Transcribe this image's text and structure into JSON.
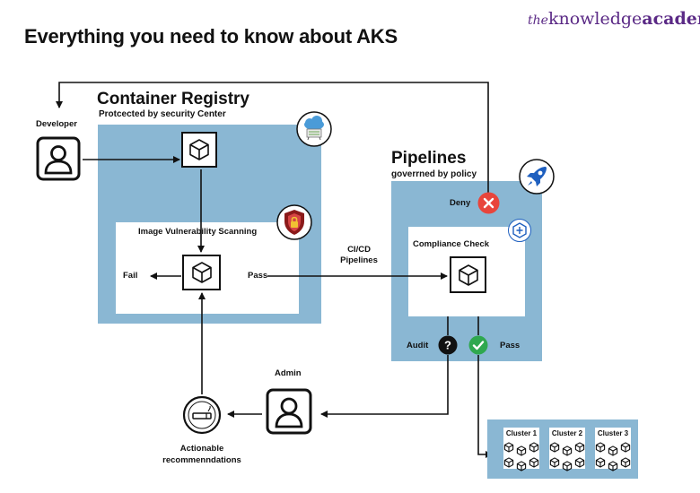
{
  "page": {
    "title": "Everything you need to know about AKS"
  },
  "brand": {
    "prefix": "the",
    "middle": "knowledge",
    "suffix": "academy"
  },
  "registry": {
    "title": "Container Registry",
    "subtitle": "Protcected by security Center"
  },
  "scan": {
    "label": "Image Vulnerability Scanning",
    "fail": "Fail",
    "pass": "Pass"
  },
  "developer": {
    "label": "Developer"
  },
  "cicd": {
    "label_line1": "CI/CD",
    "label_line2": "Pipelines"
  },
  "pipelines": {
    "title": "Pipelines",
    "subtitle": "goverrned by policy",
    "deny": "Deny",
    "audit": "Audit",
    "pass": "Pass"
  },
  "compliance": {
    "label": "Compliance Check"
  },
  "admin": {
    "label": "Admin"
  },
  "recommendations": {
    "line1": "Actionable",
    "line2": "recommenndations"
  },
  "clusters": [
    {
      "name": "Cluster 1"
    },
    {
      "name": "Cluster 2"
    },
    {
      "name": "Cluster 3"
    }
  ],
  "colors": {
    "panel": "#8ab7d3",
    "deny": "#e8453c",
    "pass": "#2fa84f",
    "brand": "#5b2a86",
    "rocket": "#1e5fbf"
  }
}
